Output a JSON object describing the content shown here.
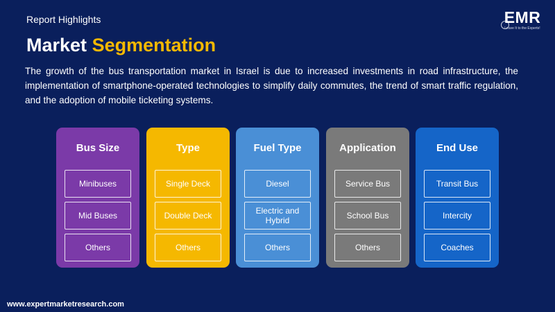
{
  "header": {
    "eyebrow": "Report Highlights",
    "title_part1": "Market",
    "title_part2": "Segmentation",
    "description": "The growth of the bus transportation market in Israel is due to increased investments in road infrastructure, the implementation of smartphone-operated technologies to simplify daily commutes, the trend of smart traffic regulation, and the adoption of mobile ticketing systems."
  },
  "logo": {
    "text": "EMR",
    "tagline": "Leave It to the Experts!"
  },
  "colors": {
    "background": "#0a1f5c",
    "highlight": "#f5b800"
  },
  "segments": [
    {
      "title": "Bus Size",
      "color": "#7b3aa8",
      "items": [
        "Minibuses",
        "Mid Buses",
        "Others"
      ]
    },
    {
      "title": "Type",
      "color": "#f5b800",
      "items": [
        "Single Deck",
        "Double Deck",
        "Others"
      ]
    },
    {
      "title": "Fuel Type",
      "color": "#4a8fd6",
      "items": [
        "Diesel",
        "Electric and Hybrid",
        "Others"
      ]
    },
    {
      "title": "Application",
      "color": "#7a7a7a",
      "items": [
        "Service Bus",
        "School Bus",
        "Others"
      ]
    },
    {
      "title": "End Use",
      "color": "#1565c8",
      "items": [
        "Transit Bus",
        "Intercity",
        "Coaches"
      ]
    }
  ],
  "footer": {
    "url": "www.expertmarketresearch.com"
  }
}
